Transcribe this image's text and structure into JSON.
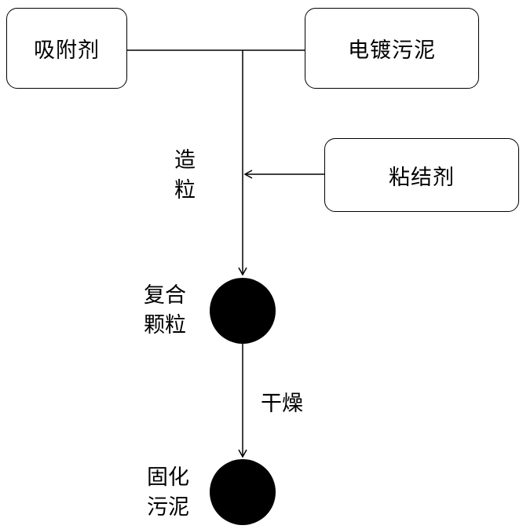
{
  "nodes": {
    "adsorbent": "吸附剂",
    "electroplating_sludge": "电镀污泥",
    "binder": "粘结剂",
    "composite_granule": [
      "复合",
      "颗粒"
    ],
    "solidified_sludge": [
      "固化",
      "污泥"
    ]
  },
  "steps": {
    "granulation": [
      "造",
      "粒"
    ],
    "drying": "干燥"
  },
  "colors": {
    "stroke": "#000000",
    "fill_node": "#000000",
    "background": "#ffffff"
  }
}
